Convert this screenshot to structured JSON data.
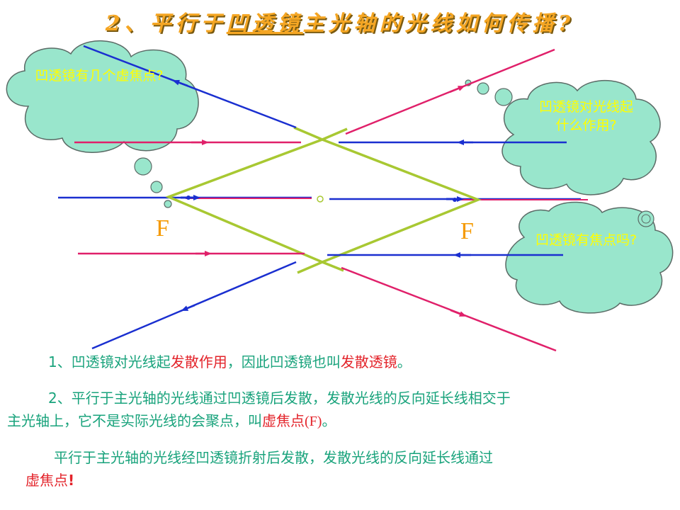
{
  "title": {
    "prefix": "2、平行于",
    "underlined": "凹透镜",
    "suffix": "主光轴的光线如何传播?"
  },
  "clouds": {
    "left_top": "凹透镜有几个虚焦点?",
    "right_top": "凹透镜对光线起什么作用?",
    "right_bottom": "凹透镜有焦点吗?"
  },
  "focus_labels": {
    "left": "F",
    "right": "F"
  },
  "colors": {
    "lens": "#a8c832",
    "incident_ray": "#e0206a",
    "extension_ray": "#1a2fd0",
    "axis": "#1a2fd0",
    "cloud_fill": "#99e6cc",
    "cloud_text": "#ffff00",
    "text_green": "#19a37c",
    "text_red": "#e3242b"
  },
  "paragraphs": {
    "p1": {
      "a": "1、凹透镜对光线起",
      "b": "发散作用",
      "c": "，因此凹透镜也叫",
      "d": "发散透镜",
      "e": "。"
    },
    "p2": {
      "a": "2、平行于主光轴的光线通过凹透镜后发散，发散光线的反向延长线相交于",
      "b": "主光轴上，它不是实际光线的会聚点，叫",
      "c": "虚焦点",
      "d": "(F)",
      "e": "。"
    },
    "p3": {
      "a": "平行于主光轴的光线经凹透镜折射后发散，发散光线的反向延长线通过",
      "b": "虚焦点",
      "c": "!"
    }
  }
}
